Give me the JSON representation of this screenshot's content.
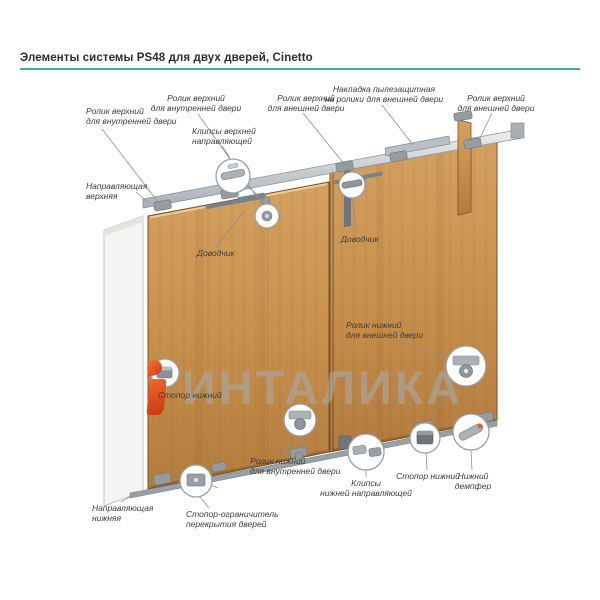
{
  "header": {
    "title": "Элементы системы PS48 для двух дверей, Cinetto",
    "accent_color": "#39abb5"
  },
  "watermark": {
    "text": "ИНТАЛИКА",
    "logo": "intalika-i-logo",
    "logo_color": "#e8501e",
    "text_color": "#a8a8a8"
  },
  "diagram": {
    "subject": "PS48 sliding system for two doors, exploded component callouts",
    "labels": [
      {
        "id": "top-roller-inner-door-left",
        "text": "Ролик верхний\nдля внутренней двери"
      },
      {
        "id": "top-roller-inner-door",
        "text": "Ролик верхний\nдля внутренней двери"
      },
      {
        "id": "top-roller-outer-door",
        "text": "Ролик верхний\nдля внешней двери"
      },
      {
        "id": "dust-cover",
        "text": "Накладка пылезащитная\nна ролики для внешней двери"
      },
      {
        "id": "top-roller-outer-door-right",
        "text": "Ролик верхний\nдля внешней двери"
      },
      {
        "id": "top-guide-clips",
        "text": "Клипсы верхней\nнаправляющей"
      },
      {
        "id": "top-guide",
        "text": "Направляющая\nверхняя"
      },
      {
        "id": "closer-inner",
        "text": "Доводчик"
      },
      {
        "id": "closer-outer",
        "text": "Доводчик"
      },
      {
        "id": "bottom-roller-outer-door",
        "text": "Ролик нижний\nдля внешней двери"
      },
      {
        "id": "bottom-stopper-left",
        "text": "Стопор нижний"
      },
      {
        "id": "bottom-roller-inner-door",
        "text": "Ролик нижний\nдля внутренней двери"
      },
      {
        "id": "bottom-guide-clips",
        "text": "Клипсы\nнижней направляющей"
      },
      {
        "id": "bottom-stopper-right",
        "text": "Стопор нижний"
      },
      {
        "id": "bottom-damper",
        "text": "Нижний\nдемпфер"
      },
      {
        "id": "bottom-guide",
        "text": "Направляющая\nнижняя"
      },
      {
        "id": "overlap-stopper",
        "text": "Стопор-ограничитель\nперекрытия дверей"
      }
    ]
  }
}
